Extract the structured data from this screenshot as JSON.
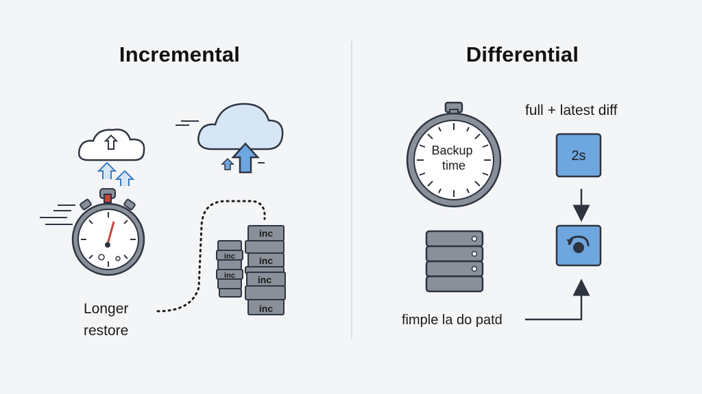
{
  "titles": {
    "left": "Incremental",
    "right": "Differential"
  },
  "labels": {
    "longer_restore": "Longer restore",
    "full_latest_diff": "full + latest diff",
    "simple_path": "fimple la do patd",
    "backup_time": "Backup time",
    "two_s": "2s",
    "inc": "inc"
  },
  "colors": {
    "background": "#f4f5f7",
    "stroke": "#2e3440",
    "blue_fill": "#6ea6e0",
    "cloud_fill": "#d6e6f5",
    "server_fill": "#8a9099",
    "accent_red": "#c8453a"
  },
  "icons": [
    "cloud-upload-icon",
    "cloud-icon",
    "stopwatch-icon",
    "server-stack-icon",
    "box-icon",
    "arrow-icon"
  ]
}
